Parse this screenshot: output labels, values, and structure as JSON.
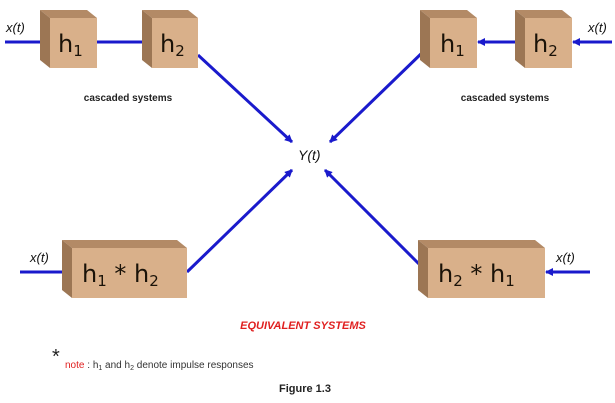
{
  "input_label": "x(t)",
  "output_label": "Y(t)",
  "boxes": {
    "left_h1": {
      "base": "h",
      "sub": "1"
    },
    "left_h2": {
      "base": "h",
      "sub": "2"
    },
    "right_h1": {
      "base": "h",
      "sub": "1"
    },
    "right_h2": {
      "base": "h",
      "sub": "2"
    },
    "left_combined": {
      "base1": "h",
      "sub1": "1",
      "op": " * ",
      "base2": "h",
      "sub2": "2"
    },
    "right_combined": {
      "base1": "h",
      "sub1": "2",
      "op": " * ",
      "base2": "h",
      "sub2": "1"
    }
  },
  "cascaded_label": "cascaded systems",
  "equivalent_label": "EQUIVALENT SYSTEMS",
  "note": {
    "star": "*",
    "prefix": "note",
    "sep": " : ",
    "h": "h",
    "sub1": "1",
    "and": " and ",
    "sub2": "2",
    "rest": " denote impulse responses"
  },
  "figure_caption": "Figure 1.3",
  "colors": {
    "arrow": "#1a1acc",
    "box": "#d9b08a",
    "accent": "#e02020"
  }
}
